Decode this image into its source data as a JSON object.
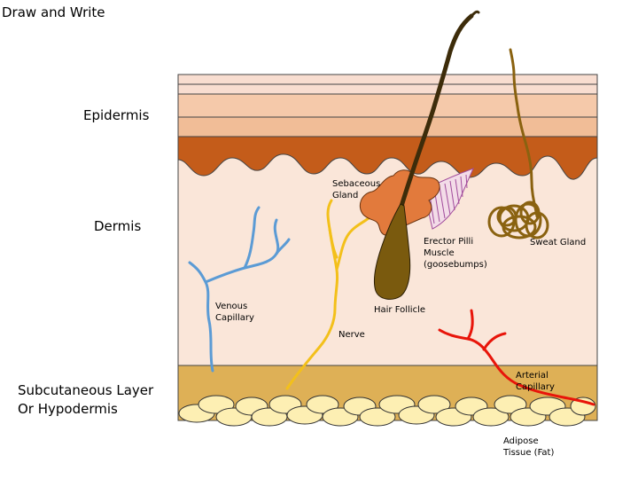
{
  "title": "Draw and Write",
  "labels": {
    "epidermis": "Epidermis",
    "dermis": "Dermis",
    "subcutaneous": "Subcutaneous Layer\nOr Hypodermis",
    "sebaceous_gland": "Sebaceous\nGland",
    "erector_pilli": "Erector Pilli\nMuscle\n(goosebumps)",
    "sweat_gland": "Sweat Gland",
    "venous_capillary": "Venous\nCapillary",
    "hair_follicle": "Hair Follicle",
    "nerve": "Nerve",
    "arterial_capillary": "Arterial\nCapillary",
    "adipose_tissue": "Adipose\nTissue (Fat)"
  },
  "colors": {
    "epidermis_top": "#f8ddd0",
    "epidermis_mid": "#f1bd97",
    "epidermis_base": "#c45c1a",
    "dermis": "#fae6d9",
    "hypodermis": "#deb056",
    "fat_cell": "#fdefb3",
    "sebaceous": "#e27a3c",
    "hair": "#7a5a0e",
    "sweat_gland": "#8a6210",
    "vein": "#5b9bd5",
    "nerve": "#f3c01a",
    "artery": "#e8150a",
    "muscle": "#a24d9c"
  }
}
